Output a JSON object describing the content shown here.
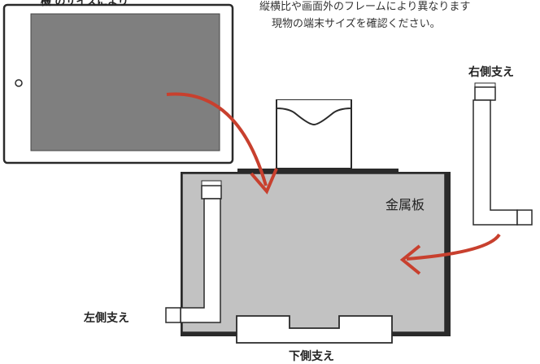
{
  "notes": {
    "line1": "縦横比や画面外のフレームにより異なります",
    "line2": "現物の端末サイズを確認ください。"
  },
  "labels": {
    "right_support": "右側支え",
    "left_support": "左側支え",
    "bottom_support": "下側支え",
    "metal_plate": "金属板",
    "top_partial": "機 のサイズにより"
  },
  "colors": {
    "arrow": "#c8402e",
    "screen": "#7f7f7f",
    "plate": "#c2c2c2",
    "outline": "#2a2a2a"
  }
}
